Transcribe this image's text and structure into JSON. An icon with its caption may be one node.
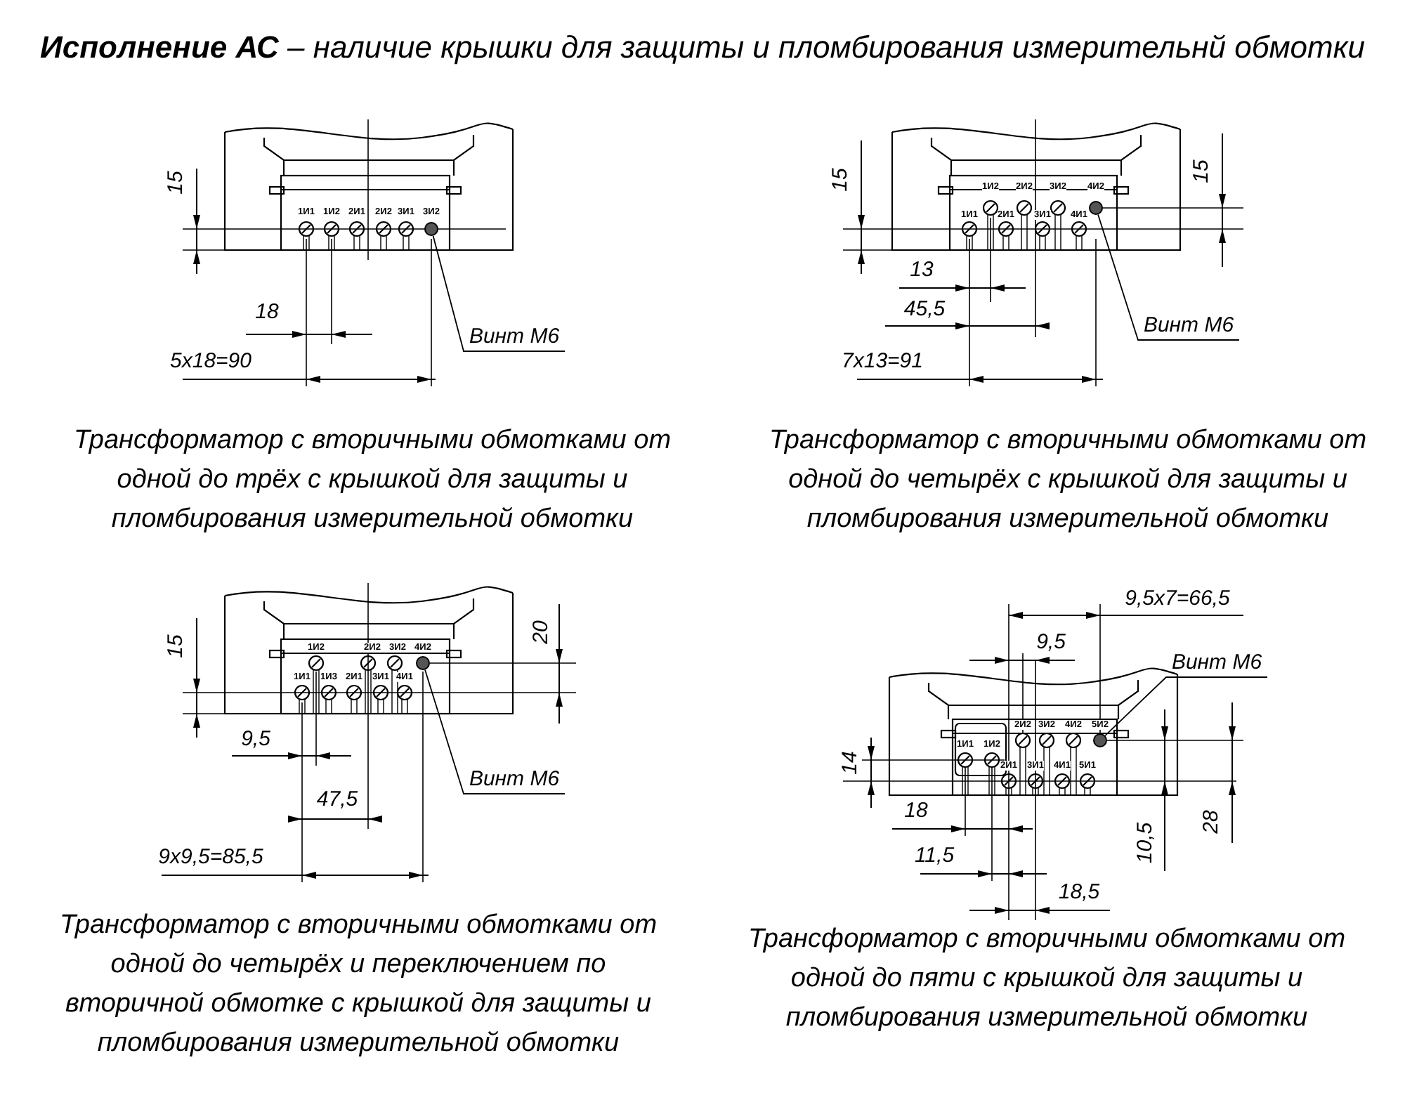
{
  "diagram": {
    "title": "**Исполнение АС** – наличие крышки для защиты и пломбирования измерительнй обмотки",
    "nodes": [
      {
        "text": [
          "Винт М6"
        ]
      },
      {
        "text": [],
        "shape": "circle"
      },
      {
        "text": [
          "Винт М6"
        ]
      },
      {
        "text": [],
        "shape": "circle"
      },
      {
        "text": [
          "Винт М6"
        ]
      },
      {
        "text": [],
        "shape": "circle"
      },
      {
        "text": [
          "Винт М6"
        ]
      },
      {
        "text": [],
        "shape": "circle"
      }
    ],
    "edges": [
      {
        "from": 0,
        "to": 1,
        "arrow": "none"
      },
      {
        "from": 2,
        "to": 3,
        "arrow": "none"
      },
      {
        "from": 4,
        "to": 5,
        "arrow": "none"
      },
      {
        "from": 6,
        "to": 7,
        "arrow": "none"
      }
    ],
    "labels": [
      "15",
      "1И1",
      "1И2",
      "2И1",
      "2И2",
      "3И1",
      "3И2",
      "18",
      "5x18=90",
      "Трансформатор с вторичными обмотками от одной до трёх с крышкой для защиты и пломбирования измерительной обмотки",
      "15",
      "15",
      "1И2",
      "2И2",
      "3И2",
      "4И2",
      "1И1",
      "2И1",
      "3И1",
      "4И1",
      "13",
      "45,5",
      "7x13=91",
      "Трансформатор с вторичными обмотками от одной до четырёх с крышкой для защиты и пломбирования измерительной обмотки",
      "15",
      "20",
      "1И2",
      "2И2",
      "3И2",
      "4И2",
      "1И1",
      "1И3",
      "2И1",
      "3И1",
      "4И1",
      "9,5",
      "47,5",
      "9x9,5=85,5",
      "Трансформатор с вторичными обмотками от одной до четырёх и переключением по вторичной обмотке с крышкой для защиты и пломбирования измерительной обмотки",
      "9,5x7=66,5",
      "9,5",
      "2И2",
      "3И2",
      "4И2",
      "5И2",
      "1И1",
      "1И2",
      "2И1",
      "3И1",
      "4И1",
      "5И1",
      "14",
      "18",
      "11,5",
      "10,5",
      "28",
      "18,5",
      "Трансформатор с вторичными обмотками от одной до пяти с крышкой для защиты и пломбирования измерительной обмотки"
    ]
  }
}
